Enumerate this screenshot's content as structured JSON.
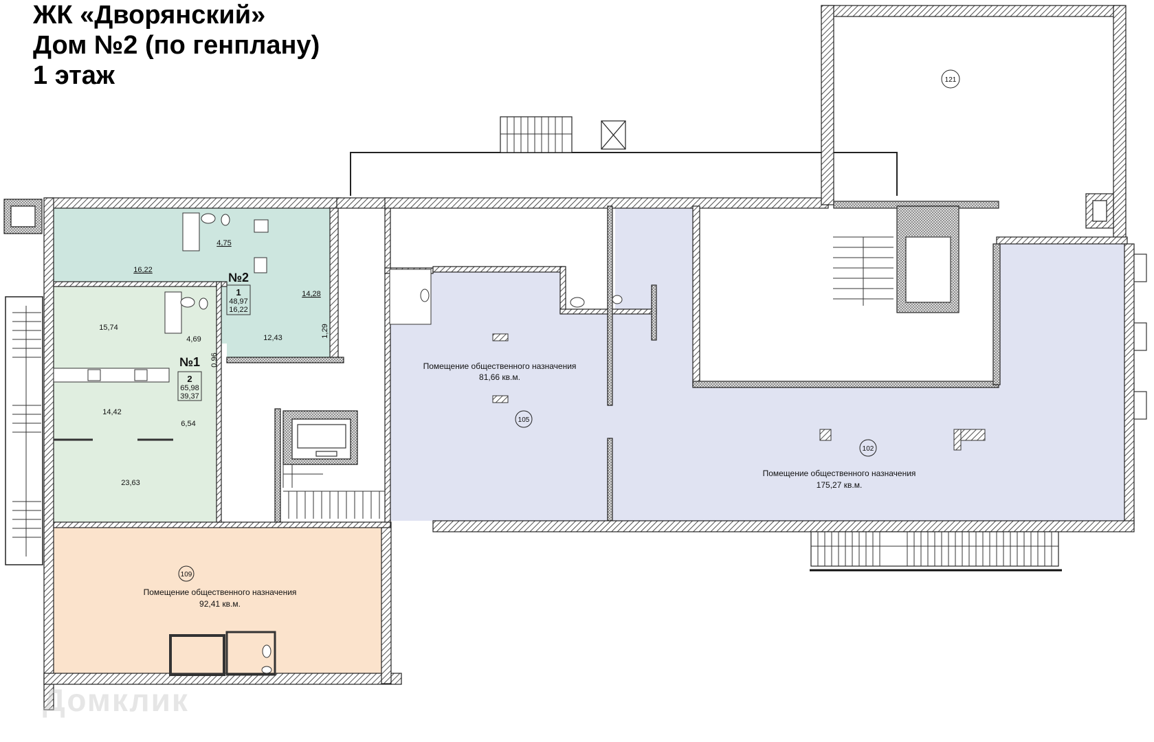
{
  "title": {
    "line1": "ЖК «Дворянский»",
    "line2": "Дом №2 (по генплану)",
    "line3": "1 этаж"
  },
  "colors": {
    "apartment_2": "#cde6df",
    "apartment_1": "#e0eee0",
    "commercial_109": "#fbe3cc",
    "commercial_105_102": "#e0e3f2",
    "wall": "#222222",
    "background": "#ffffff"
  },
  "apartments": [
    {
      "id": "apt-2",
      "label": "№2",
      "rooms_count": "1",
      "total_area": "48,97",
      "living_area": "16,22",
      "rooms": [
        {
          "name": "living-room",
          "area": "16,22"
        },
        {
          "name": "bathroom",
          "area": "4,75"
        },
        {
          "name": "kitchen",
          "area": "14,28"
        },
        {
          "name": "hallway",
          "area": "12,43"
        },
        {
          "name": "closet",
          "area": "1,29"
        }
      ]
    },
    {
      "id": "apt-1",
      "label": "№1",
      "rooms_count": "2",
      "total_area": "65,98",
      "living_area": "39,37",
      "rooms": [
        {
          "name": "bedroom",
          "area": "15,74"
        },
        {
          "name": "bathroom",
          "area": "4,69"
        },
        {
          "name": "closet",
          "area": "0,96"
        },
        {
          "name": "kitchen",
          "area": "14,42"
        },
        {
          "name": "hallway",
          "area": "6,54"
        },
        {
          "name": "living-room",
          "area": "23,63"
        }
      ]
    }
  ],
  "commercial": [
    {
      "number": "109",
      "name": "Помещение общественного назначения",
      "area": "92,41 кв.м."
    },
    {
      "number": "105",
      "name": "Помещение общественного назначения",
      "area": "81,66 кв.м."
    },
    {
      "number": "102",
      "name": "Помещение общественного назначения",
      "area": "175,27 кв.м."
    },
    {
      "number": "121",
      "name": "",
      "area": ""
    }
  ],
  "watermark": "Домклик"
}
